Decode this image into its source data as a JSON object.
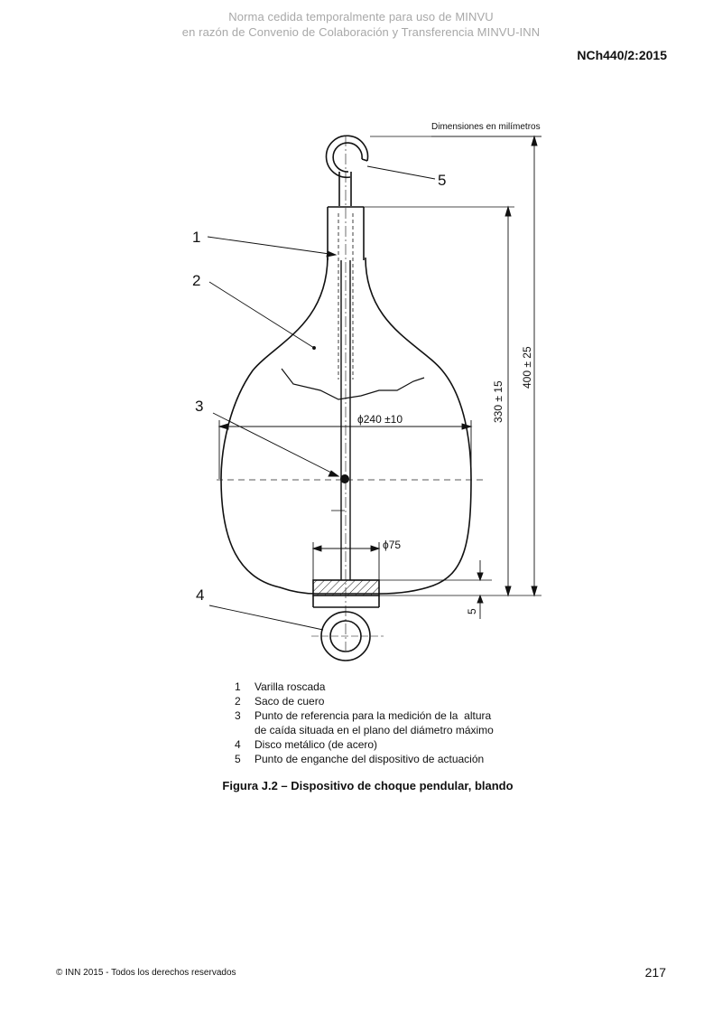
{
  "watermark": {
    "line1": "Norma cedida temporalmente para uso de MINVU",
    "line2": "en razón de Convenio de Colaboración y Transferencia MINVU-INN"
  },
  "header": {
    "doc_number": "NCh440/2:2015"
  },
  "figure": {
    "units_note": "Dimensiones en milímetros",
    "callouts": [
      "1",
      "2",
      "3",
      "4",
      "5"
    ],
    "dim_total_height": "400 ± 25",
    "dim_bag_height": "330 ± 15",
    "dim_max_diameter": "ϕ240 ±10",
    "dim_disc_diameter": "ϕ75",
    "dim_disc_thickness": "5"
  },
  "legend": [
    {
      "num": "1",
      "text": "Varilla roscada"
    },
    {
      "num": "2",
      "text": "Saco de cuero"
    },
    {
      "num": "3",
      "text": "Punto de referencia para la medición de la  altura"
    },
    {
      "num": "",
      "text": "de caída situada en el plano del diámetro máximo"
    },
    {
      "num": "4",
      "text": "Disco metálico (de acero)"
    },
    {
      "num": "5",
      "text": "Punto de enganche del dispositivo de actuación"
    }
  ],
  "caption": "Figura J.2 – Dispositivo de choque pendular, blando",
  "footer": {
    "copyright": "© INN 2015 - Todos los derechos reservados",
    "page_number": "217"
  }
}
